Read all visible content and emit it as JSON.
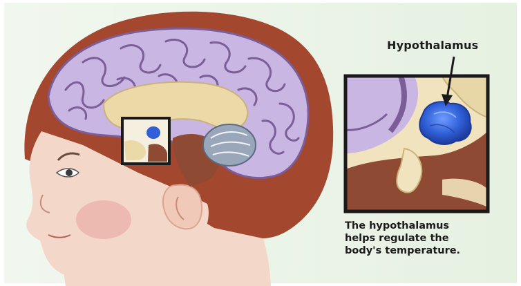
{
  "labels": {
    "hypothalamus": "Hypothalamus"
  },
  "caption": {
    "lines": [
      "The hypothalamus",
      "helps regulate the",
      "body's temperature."
    ]
  },
  "colors": {
    "background": "#eaf3e6",
    "hair": "#a4472f",
    "skin": "#f3d7c8",
    "cheek": "#e9a6a2",
    "brain": "#c9b6e2",
    "brain_folds": "#7b5d98",
    "deep_brain": "#ecd9a8",
    "brainstem": "#8f4a33",
    "cerebellum": "#9aa7bb",
    "hypothalamus": "#2f5fd6",
    "frame": "#1a1a1a"
  }
}
